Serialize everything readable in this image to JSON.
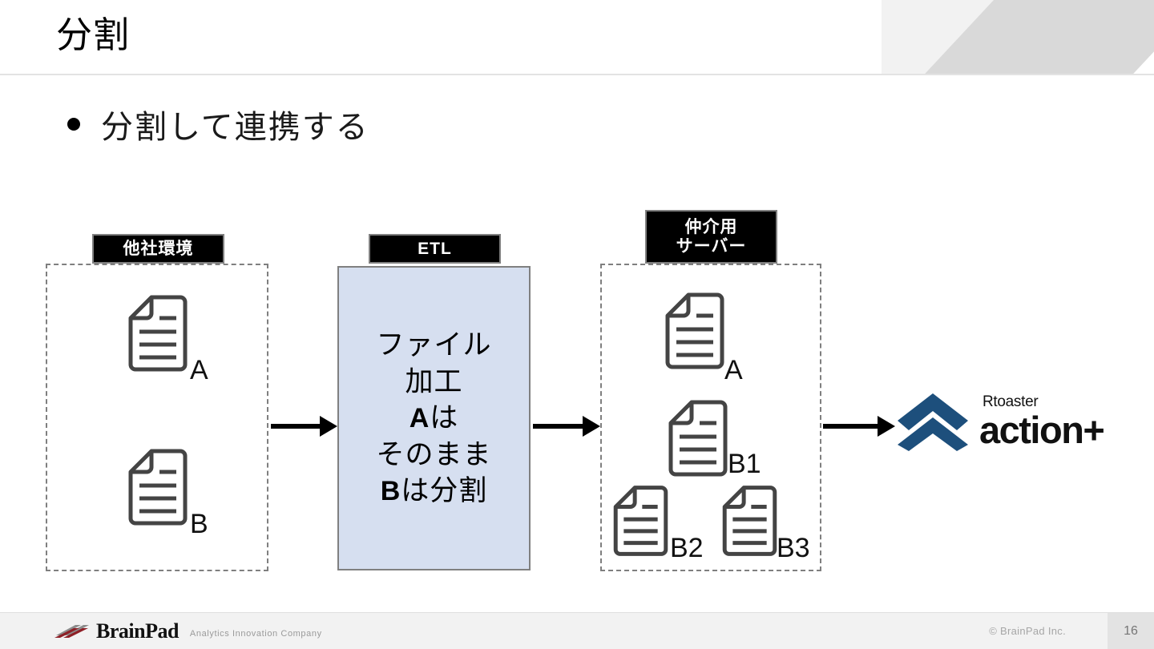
{
  "slide": {
    "title": "分割",
    "bullet": "分割して連携する",
    "page_number": "16"
  },
  "diagram": {
    "zones": [
      {
        "id": "partner",
        "label_lines": [
          "他社環境"
        ]
      },
      {
        "id": "relay",
        "label_lines": [
          "仲介用",
          "サーバー"
        ]
      }
    ],
    "etl": {
      "label": "ETL",
      "fill_color": "#d6dff0",
      "lines": [
        {
          "text": "ファイル",
          "bold_prefix": ""
        },
        {
          "text": "加工",
          "bold_prefix": ""
        },
        {
          "text": "は",
          "bold_prefix": "A"
        },
        {
          "text": "そのまま",
          "bold_prefix": ""
        },
        {
          "text": "は分割",
          "bold_prefix": "B"
        }
      ]
    },
    "documents": {
      "partner": [
        {
          "label": "A"
        },
        {
          "label": "B"
        }
      ],
      "relay": [
        {
          "label": "A"
        },
        {
          "label": "B1"
        },
        {
          "label": "B2"
        },
        {
          "label": "B3"
        }
      ]
    },
    "arrows": [
      {
        "id": "partner-to-etl"
      },
      {
        "id": "etl-to-relay"
      },
      {
        "id": "relay-to-rtoaster"
      }
    ]
  },
  "logo": {
    "brand": "Rtoaster",
    "product": "action+",
    "mark_color": "#1d4f7c"
  },
  "footer": {
    "company": "BrainPad",
    "tagline": "Analytics Innovation Company",
    "copyright": "© BrainPad Inc.",
    "page_number": "16"
  }
}
